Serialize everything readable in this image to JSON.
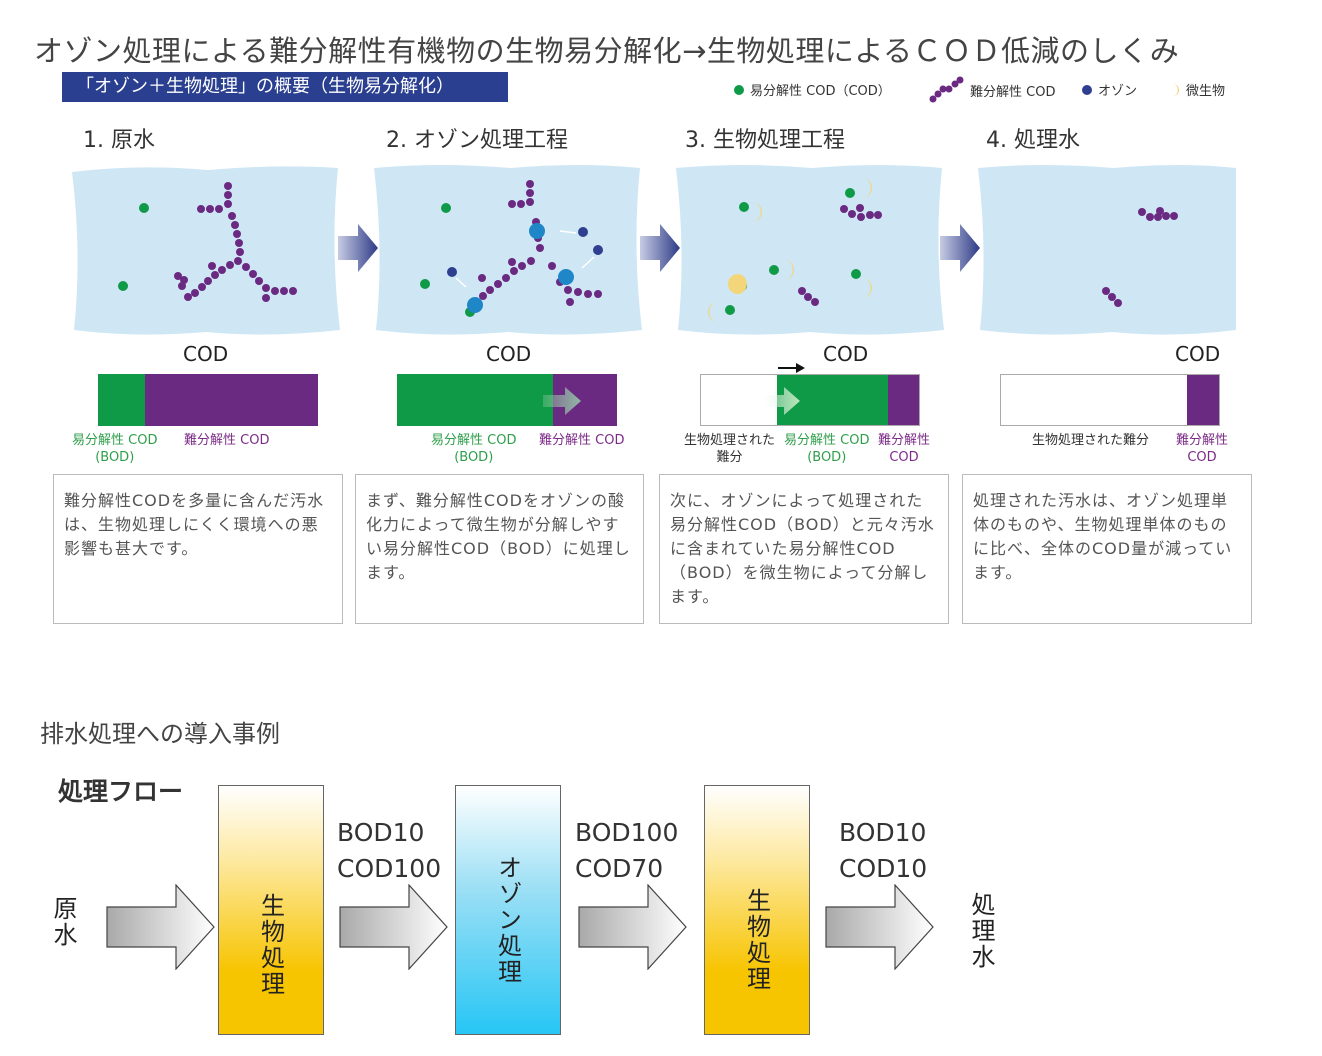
{
  "title": "オゾン処理による難分解性有機物の生物易分解化→生物処理によるＣＯＤ低減のしくみ",
  "subtitle": "「オゾン＋生物処理」の概要（生物易分解化）",
  "legend": {
    "easy_cod": "易分解性 COD（COD）",
    "hard_cod": "難分解性 COD",
    "ozone": "オゾン",
    "microbe": "微生物"
  },
  "colors": {
    "easy": "#0f9a48",
    "hard": "#6b2a82",
    "ozone": "#2f3f8f",
    "water": "#cfe7f5",
    "microbe": "#f3d57a",
    "subtitle_bg": "#2a3f8f"
  },
  "steps": [
    {
      "title": "1. 原水",
      "cod_label": "COD",
      "bar_labels": [
        "易分解性 COD\n(BOD)",
        "難分解性 COD"
      ],
      "description": "難分解性CODを多量に含んだ汚水は、生物処理しにくく環境への悪影響も甚大です。"
    },
    {
      "title": "2. オゾン処理工程",
      "cod_label": "COD",
      "bar_labels": [
        "易分解性 COD\n(BOD)",
        "難分解性 COD"
      ],
      "description": "まず、難分解性CODをオゾンの酸化力によって微生物が分解しやすい易分解性COD（BOD）に処理します。"
    },
    {
      "title": "3. 生物処理工程",
      "cod_label": "COD",
      "bar_labels": [
        "生物処理された\n難分",
        "易分解性 COD\n(BOD)",
        "難分解性\nCOD"
      ],
      "description": "次に、オゾンによって処理された易分解性COD（BOD）と元々汚水に含まれていた易分解性COD（BOD）を微生物によって分解します。"
    },
    {
      "title": "4. 処理水",
      "cod_label": "COD",
      "bar_labels": [
        "生物処理された難分",
        "難分解性\nCOD"
      ],
      "description": "処理された汚水は、オゾン処理単体のものや、生物処理単体のものに比べ、全体のCOD量が減っています。"
    }
  ],
  "section_title": "排水処理への導入事例",
  "flow": {
    "title": "処理フロー",
    "input": "原水",
    "output": "処理水",
    "stages": [
      "生物処理",
      "オゾン処理",
      "生物処理"
    ],
    "values": [
      {
        "bod": "BOD10",
        "cod": "COD100"
      },
      {
        "bod": "BOD100",
        "cod": "COD70"
      },
      {
        "bod": "BOD10",
        "cod": "COD10"
      }
    ]
  }
}
